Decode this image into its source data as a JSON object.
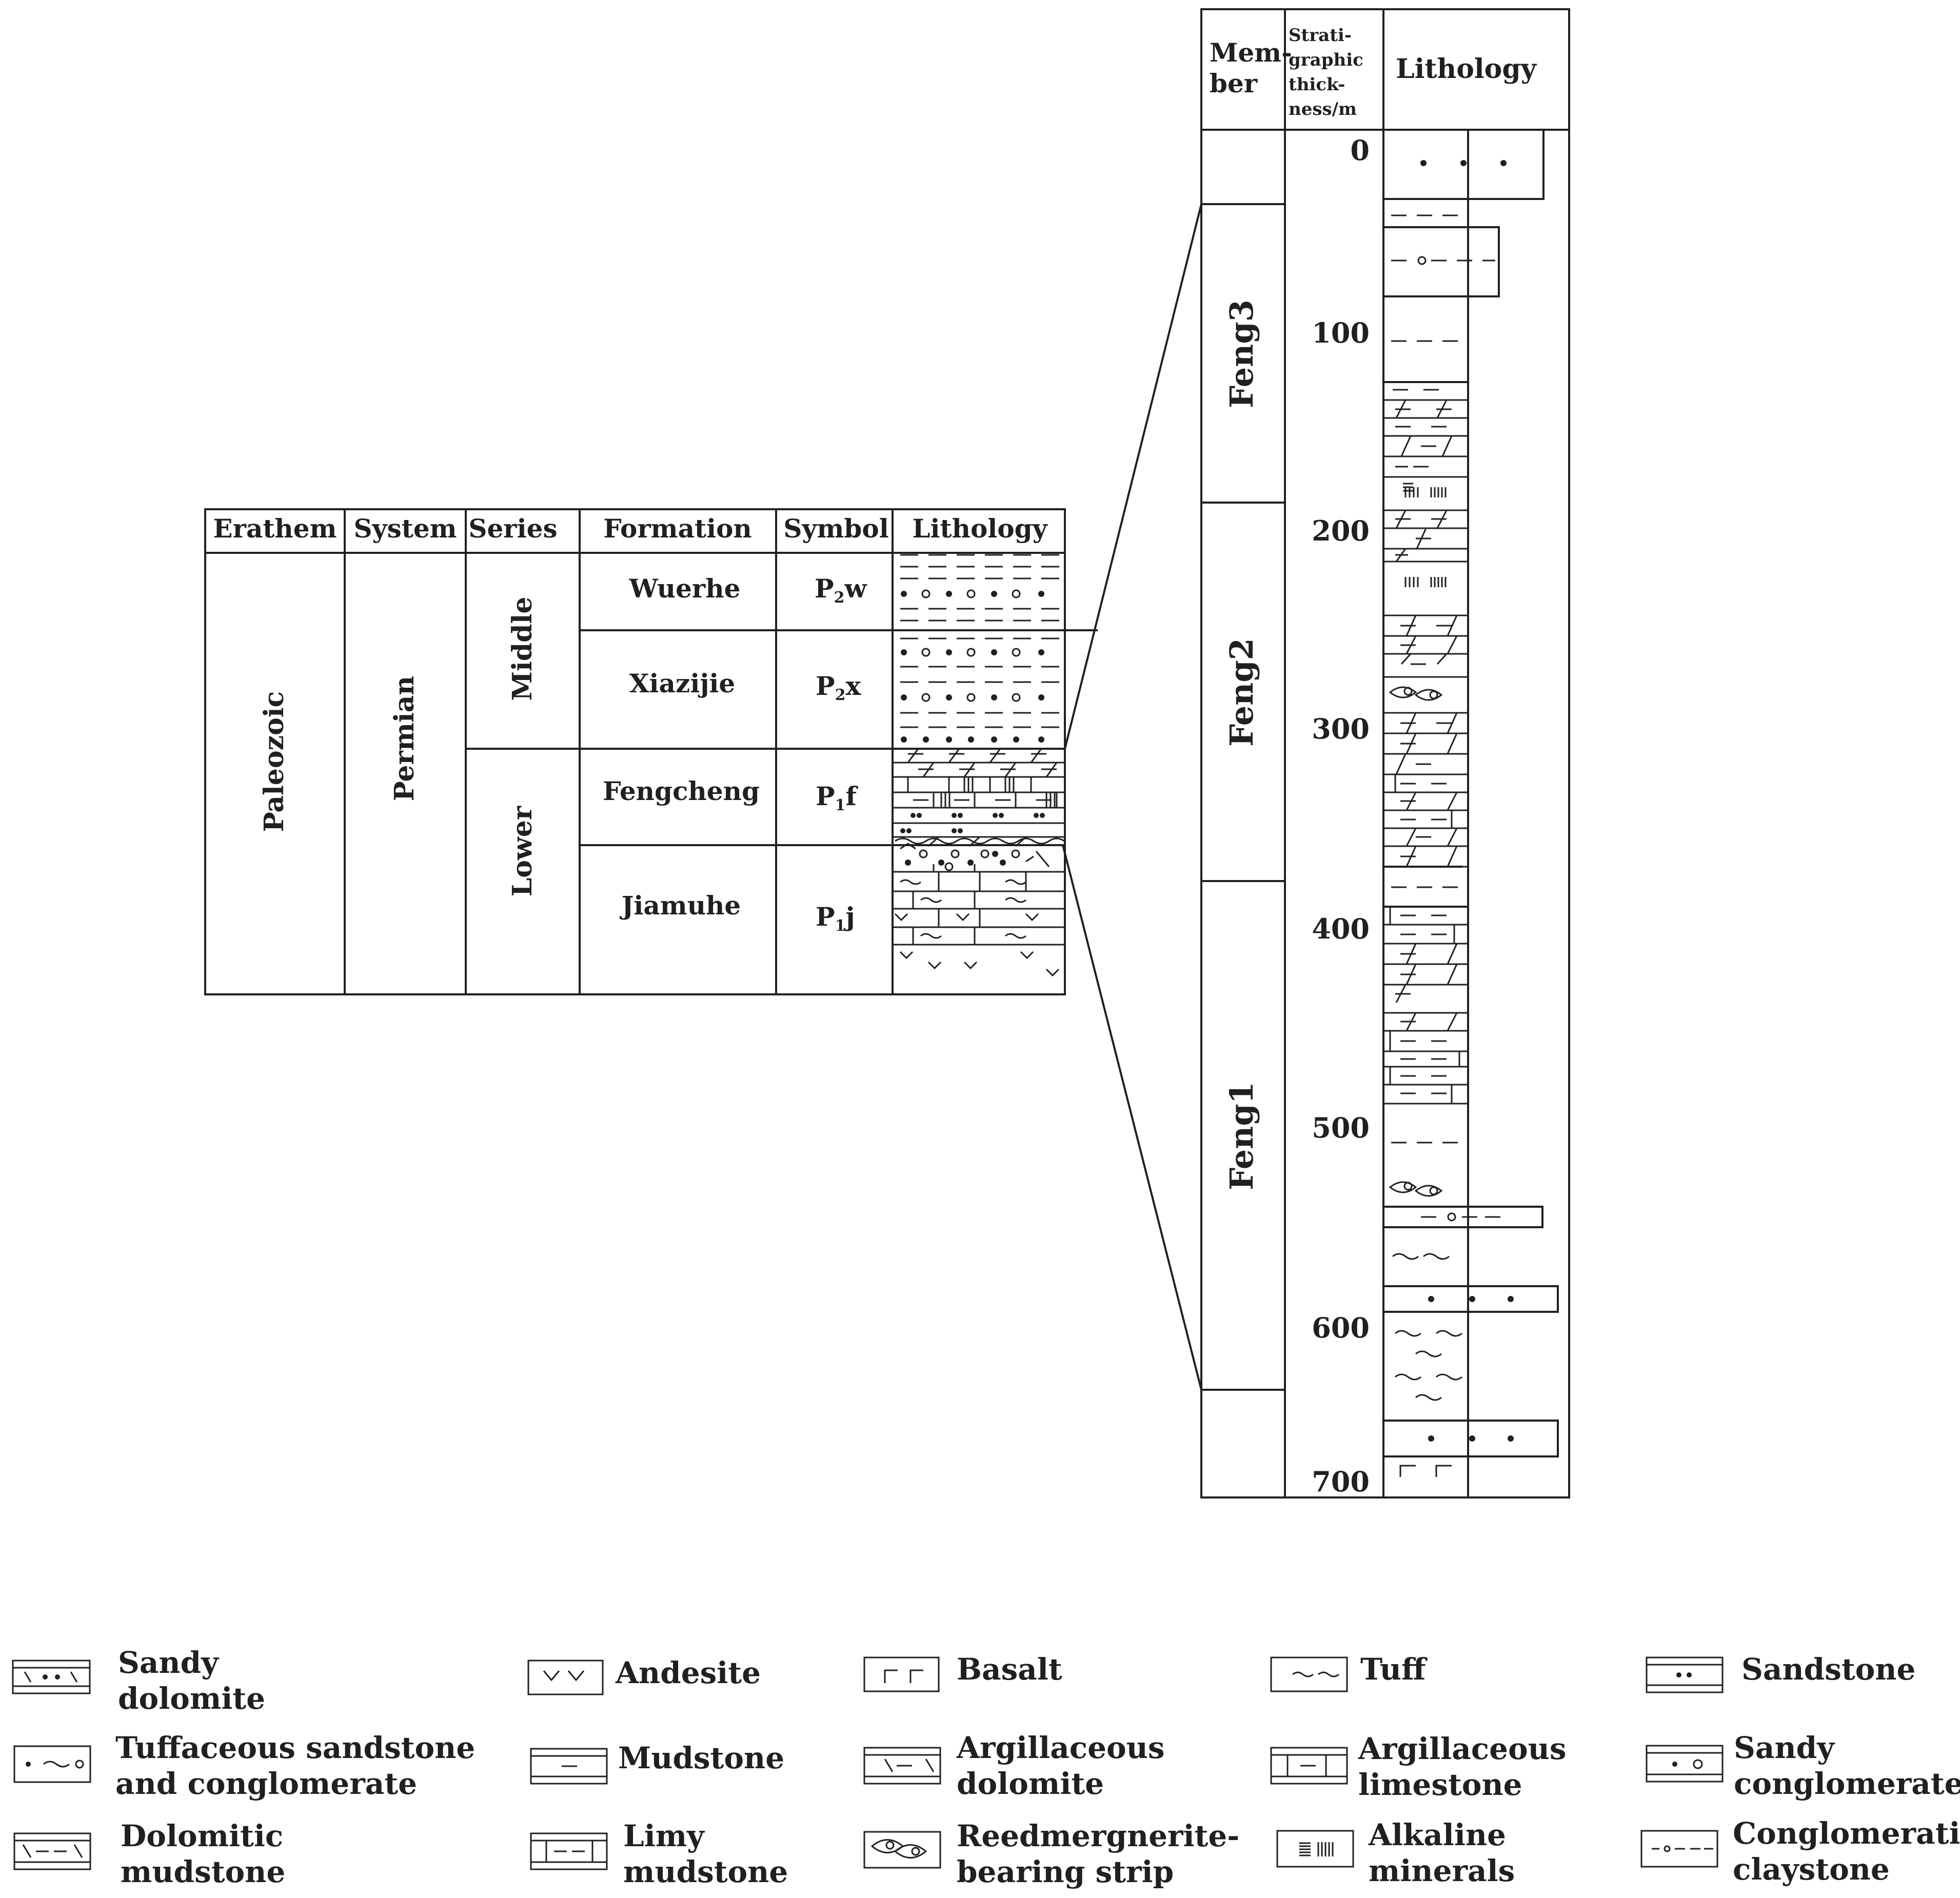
{
  "left_table": {
    "headers": [
      "Erathem",
      "System",
      "Series",
      "Formation",
      "Symbol",
      "Lithology"
    ],
    "erathem": "Paleozoic",
    "system": "Permian",
    "series": [
      "Middle",
      "Lower"
    ],
    "formations": [
      {
        "name": "Wuerhe",
        "symbol_main": "P",
        "symbol_sub": "2",
        "symbol_suffix": "w"
      },
      {
        "name": "Xiazijie",
        "symbol_main": "P",
        "symbol_sub": "2",
        "symbol_suffix": "x"
      },
      {
        "name": "Fengcheng",
        "symbol_main": "P",
        "symbol_sub": "1",
        "symbol_suffix": "f"
      },
      {
        "name": "Jiamuhe",
        "symbol_main": "P",
        "symbol_sub": "1",
        "symbol_suffix": "j"
      }
    ]
  },
  "right_column": {
    "header_member": [
      "Mem-",
      "ber"
    ],
    "header_thickness": [
      "Strati-",
      "graphic",
      "thick-",
      "ness/m"
    ],
    "header_lithology": "Lithology",
    "members": [
      "Feng3",
      "Feng2",
      "Feng1"
    ],
    "depth_ticks": [
      "0",
      "100",
      "200",
      "300",
      "400",
      "500",
      "600",
      "700"
    ]
  },
  "legend": [
    {
      "label": [
        "Sandy",
        "dolomite"
      ],
      "icon": "sandy-dolomite"
    },
    {
      "label": [
        "Andesite"
      ],
      "icon": "andesite"
    },
    {
      "label": [
        "Basalt"
      ],
      "icon": "basalt"
    },
    {
      "label": [
        "Tuff"
      ],
      "icon": "tuff"
    },
    {
      "label": [
        "Sandstone"
      ],
      "icon": "sandstone"
    },
    {
      "label": [
        "Tuffaceous sandstone",
        "and conglomerate"
      ],
      "icon": "tuffaceous-sandstone"
    },
    {
      "label": [
        "Mudstone"
      ],
      "icon": "mudstone"
    },
    {
      "label": [
        "Argillaceous",
        "dolomite"
      ],
      "icon": "argillaceous-dolomite"
    },
    {
      "label": [
        "Argillaceous",
        "limestone"
      ],
      "icon": "argillaceous-limestone"
    },
    {
      "label": [
        "Sandy",
        "conglomerate"
      ],
      "icon": "sandy-conglomerate"
    },
    {
      "label": [
        "Dolomitic",
        "mudstone"
      ],
      "icon": "dolomitic-mudstone"
    },
    {
      "label": [
        "Limy",
        "mudstone"
      ],
      "icon": "limy-mudstone"
    },
    {
      "label": [
        "Reedmergnerite-",
        "bearing strip"
      ],
      "icon": "reedmergnerite-strip"
    },
    {
      "label": [
        "Alkaline",
        "minerals"
      ],
      "icon": "alkaline-minerals"
    },
    {
      "label": [
        "Conglomeratic",
        "claystone"
      ],
      "icon": "conglomeratic-claystone"
    }
  ]
}
